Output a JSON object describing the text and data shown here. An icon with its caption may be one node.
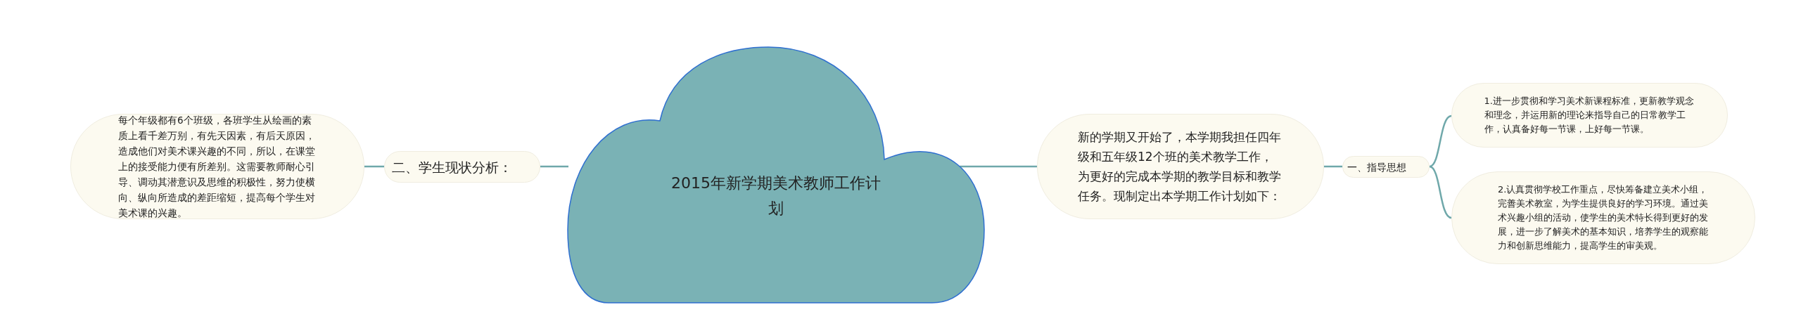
{
  "diagram": {
    "nodes": [
      {
        "text": [
          "每个年级都有6个班级，各班学生从绘画的素质上看千差万别，有先天因素，有后天原因，造成他们对美术课兴趣的不同，所以，在课堂上的接受能力便有所差别。这需要教师耐心引导、调动其潜意识及思维的积极性，努力使横向、纵向所造成的差距缩短，提高每个学生对美术课的兴趣。"
        ]
      },
      {
        "text": [
          "二、学生现状分析："
        ]
      },
      {
        "text": [
          "2015年新学期美术教师工作计划"
        ]
      },
      {
        "text": [
          "新的学期又开始了，本学期我担任四年级和五年级12个班的美术教学工作，为更好的完成本学期的教学目标和教学任务。现制定出本学期工作计划如下："
        ]
      },
      {
        "text": [
          "一、指导思想"
        ]
      },
      {
        "text": [
          "1.进一步贯彻和学习美术新课程标准，更新教学观念和理念，并运用新的理论来指导自己的日常教学工作，认真备好每一节课，上好每一节课。"
        ]
      },
      {
        "text": [
          "2.认真贯彻学校工作重点，尽快筹备建立美术小组，完善美术教室，为学生提供良好的学习环境。通过美术兴趣小组的活动，使学生的美术特长得到更好的发展，进一步了解美术的基本知识，培养学生的观察能力和创新思维能力，提高学生的审美观。"
        ]
      }
    ],
    "edges": [
      {
        "from": 2,
        "to": 1,
        "arrow": "none"
      },
      {
        "from": 1,
        "to": 0,
        "arrow": "none"
      },
      {
        "from": 2,
        "to": 3,
        "arrow": "none"
      },
      {
        "from": 3,
        "to": 4,
        "arrow": "none"
      },
      {
        "from": 4,
        "to": 5,
        "arrow": "none"
      },
      {
        "from": 4,
        "to": 6,
        "arrow": "none"
      }
    ]
  }
}
